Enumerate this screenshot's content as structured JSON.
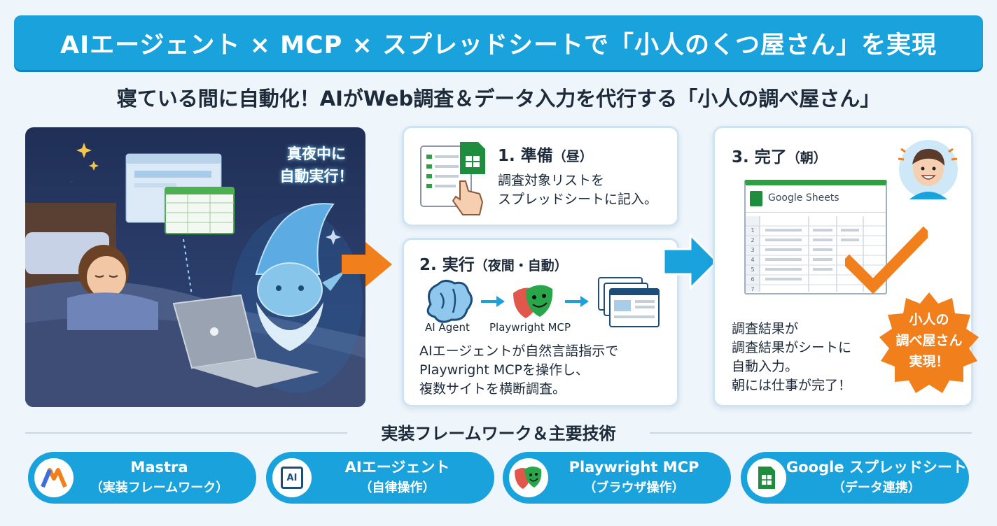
{
  "header": {
    "title": "AIエージェント × MCP × スプレッドシートで「小人のくつ屋さん」を実現"
  },
  "subtitle": "寝ている間に自動化！AIがWeb調査＆データ入力を代行する「小人の調べ屋さん」",
  "night_scene": {
    "caption_line1": "真夜中に",
    "caption_line2": "自動実行！"
  },
  "steps": [
    {
      "title": "1. 準備",
      "time": "（昼）",
      "text_line1": "調査対象リストを",
      "text_line2": "スプレッドシートに記入。"
    },
    {
      "title": "2. 実行",
      "time": "（夜間・自動）",
      "flow_label_agent": "AI Agent",
      "flow_label_mcp": "Playwright MCP",
      "text_line1": "AIエージェントが自然言語指示で",
      "text_line2": "Playwright MCPを操作し、",
      "text_line3": "複数サイトを横断調査。"
    },
    {
      "title": "3. 完了",
      "time": "（朝）",
      "sheet_title": "Google Sheets",
      "row_numbers": [
        "1",
        "2",
        "3",
        "4",
        "5",
        "6",
        "7"
      ],
      "text_line1": "調査結果が",
      "text_line2": "調査結果がシートに",
      "text_line3": "自動入力。",
      "text_line4": "朝には仕事が完了！"
    }
  ],
  "badge": {
    "line1": "小人の",
    "line2": "調べ屋さん",
    "line3": "実現！"
  },
  "framework": {
    "title": "実装フレームワーク＆主要技術",
    "items": [
      {
        "name": "Mastra",
        "sub": "（実装フレームワーク）",
        "icon": "mastra-logo-icon"
      },
      {
        "name": "AIエージェント",
        "sub": "（自律操作）",
        "icon": "ai-chip-icon",
        "icon_text": "AI"
      },
      {
        "name": "Playwright MCP",
        "sub": "（ブラウザ操作）",
        "icon": "playwright-masks-icon"
      },
      {
        "name": "Google スプレッドシート",
        "sub": "（データ連携）",
        "icon": "google-sheets-icon"
      }
    ]
  },
  "colors": {
    "banner": "#1aa2dc",
    "arrow_orange": "#f07f1c",
    "arrow_blue": "#1aa2dc",
    "badge_orange": "#f07f1c",
    "sheets_green": "#1e8e3e"
  }
}
